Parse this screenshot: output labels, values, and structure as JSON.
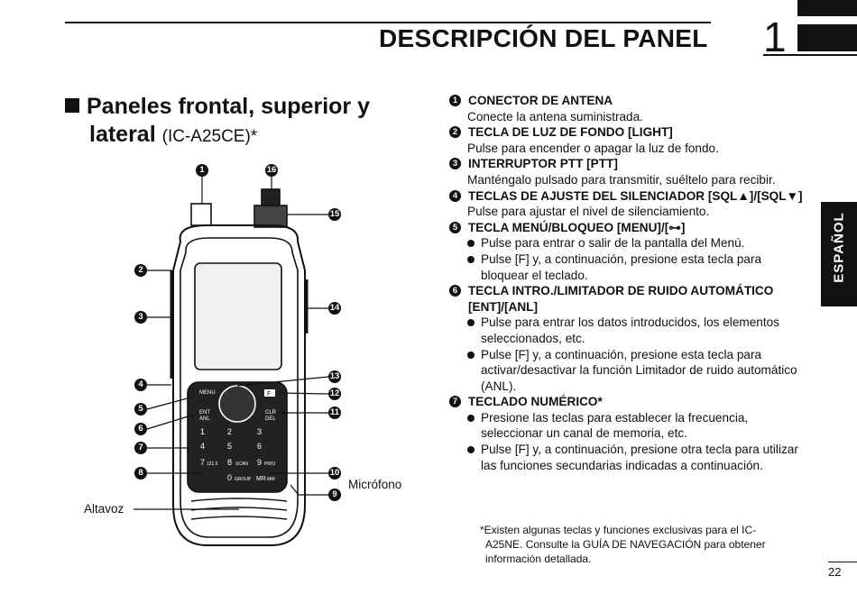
{
  "chapter": {
    "title": "DESCRIPCIÓN DEL PANEL",
    "number": "1"
  },
  "side_tab": "ESPAÑOL",
  "section": {
    "title_line1": "Paneles frontal, superior y",
    "title_line2": "lateral",
    "model": "(IC-A25CE)*"
  },
  "items": [
    {
      "num": "1",
      "title": "CONECTOR DE ANTENA",
      "desc": [
        "Conecte la antena suministrada."
      ],
      "bullets": []
    },
    {
      "num": "2",
      "title": "TECLA DE LUZ DE FONDO [LIGHT]",
      "desc": [
        "Pulse para encender o apagar la luz de fondo."
      ],
      "bullets": []
    },
    {
      "num": "3",
      "title": "INTERRUPTOR PTT [PTT]",
      "desc": [
        "Manténgalo pulsado para transmitir, suéltelo para recibir."
      ],
      "bullets": []
    },
    {
      "num": "4",
      "title": "TECLAS DE AJUSTE DEL SILENCIADOR [SQL▲]/[SQL▼]",
      "desc": [
        "Pulse para ajustar el nivel de silenciamiento."
      ],
      "bullets": []
    },
    {
      "num": "5",
      "title": "TECLA MENÚ/BLOQUEO [MENU]/[⊶]",
      "desc": [],
      "bullets": [
        "Pulse para entrar o salir de la pantalla del Menú.",
        "Pulse [F] y, a continuación, presione esta tecla para bloquear el teclado."
      ]
    },
    {
      "num": "6",
      "title": "TECLA INTRO./LIMITADOR DE RUIDO AUTOMÁTICO [ENT]/[ANL]",
      "desc": [],
      "bullets": [
        "Pulse para entrar los datos introducidos, los elementos seleccionados, etc.",
        "Pulse [F] y, a continuación, presione esta tecla para activar/desactivar la función Limitador de ruido automático (ANL)."
      ]
    },
    {
      "num": "7",
      "title": "TECLADO NUMÉRICO*",
      "desc": [],
      "bullets": [
        "Presione las teclas para establecer la frecuencia, seleccionar un canal de memoria, etc.",
        "Pulse [F] y, a continuación, presione otra tecla para utilizar las funciones secundarias indicadas a continuación."
      ]
    }
  ],
  "footnote": {
    "line1": "*Existen algunas teclas y funciones exclusivas para el IC-",
    "line2": "A25NE. Consulte la GUÍA DE NAVEGACIÓN para obtener",
    "line3": "información detallada."
  },
  "page_number": "22",
  "diagram": {
    "labels": {
      "microphone": "Micrófono",
      "speaker": "Altavoz"
    },
    "callouts": [
      "1",
      "2",
      "3",
      "4",
      "5",
      "6",
      "7",
      "8",
      "9",
      "10",
      "11",
      "12",
      "13",
      "14",
      "15",
      "16"
    ],
    "keys": {
      "menu": "MENU",
      "ent": "ENT",
      "anl": "ANL",
      "f": "F",
      "clr": "CLR",
      "del": "DEL",
      "k1": "1",
      "k2": "2",
      "k3": "3",
      "k4": "4",
      "k5": "5",
      "k6": "6",
      "k7": "7",
      "k7sub": "121.5",
      "k8": "8",
      "k8sub": "SCAN",
      "k9": "9",
      "k9sub": "PRIO",
      "k0": "0",
      "k0sub": "GROUP",
      "mr": "MR",
      "mrsub": "MW"
    }
  }
}
